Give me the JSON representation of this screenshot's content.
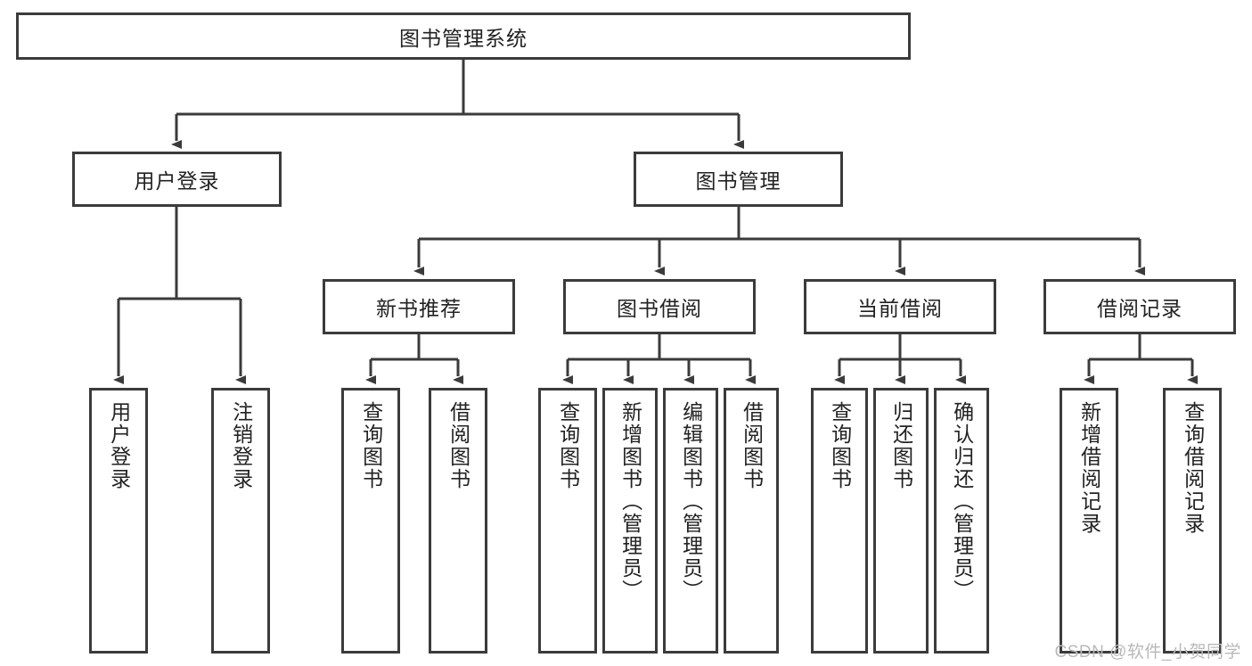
{
  "diagram": {
    "title": "图书管理系统",
    "type": "tree-hierarchy",
    "root": {
      "id": "root",
      "label": "图书管理系统"
    },
    "level2": [
      {
        "id": "user-login",
        "label": "用户登录"
      },
      {
        "id": "book-manage",
        "label": "图书管理"
      }
    ],
    "level3": [
      {
        "id": "new-book-rec",
        "label": "新书推荐"
      },
      {
        "id": "book-borrow",
        "label": "图书借阅"
      },
      {
        "id": "current-borrow",
        "label": "当前借阅"
      },
      {
        "id": "borrow-record",
        "label": "借阅记录"
      }
    ],
    "leaves": {
      "user_login": [
        {
          "id": "leaf-user-login",
          "label": "用户登录"
        },
        {
          "id": "leaf-logout-login",
          "label": "注销登录"
        }
      ],
      "new_book_rec": [
        {
          "id": "leaf-query-book-1",
          "label": "查询图书"
        },
        {
          "id": "leaf-borrow-book-1",
          "label": "借阅图书"
        }
      ],
      "book_borrow": [
        {
          "id": "leaf-query-book-2",
          "label": "查询图书"
        },
        {
          "id": "leaf-add-book",
          "label": "新增图书（管理员）"
        },
        {
          "id": "leaf-edit-book",
          "label": "编辑图书（管理员）"
        },
        {
          "id": "leaf-borrow-book-2",
          "label": "借阅图书"
        }
      ],
      "current_borrow": [
        {
          "id": "leaf-query-book-3",
          "label": "查询图书"
        },
        {
          "id": "leaf-return-book",
          "label": "归还图书"
        },
        {
          "id": "leaf-confirm-return",
          "label": "确认归还（管理员）"
        }
      ],
      "borrow_record": [
        {
          "id": "leaf-add-record",
          "label": "新增借阅记录"
        },
        {
          "id": "leaf-query-record",
          "label": "查询借阅记录"
        }
      ]
    },
    "colors": {
      "stroke": "#3b3b3b",
      "fill": "#ffffff",
      "text": "#222222",
      "watermark": "#b9b9b9"
    }
  },
  "watermark": {
    "text": "CSDN @软件_小贺同学"
  }
}
